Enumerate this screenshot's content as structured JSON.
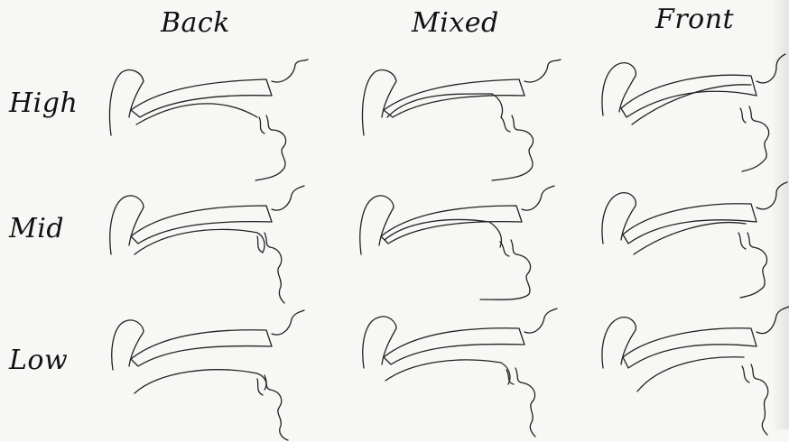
{
  "columns": {
    "back": "Back",
    "mixed": "Mixed",
    "front": "Front"
  },
  "rows": {
    "high": "High",
    "mid": "Mid",
    "low": "Low"
  },
  "diagrams": [
    {
      "row": "High",
      "column": "Back"
    },
    {
      "row": "High",
      "column": "Mixed"
    },
    {
      "row": "High",
      "column": "Front"
    },
    {
      "row": "Mid",
      "column": "Back"
    },
    {
      "row": "Mid",
      "column": "Mixed"
    },
    {
      "row": "Mid",
      "column": "Front"
    },
    {
      "row": "Low",
      "column": "Back"
    },
    {
      "row": "Low",
      "column": "Mixed"
    },
    {
      "row": "Low",
      "column": "Front"
    }
  ],
  "colors": {
    "line": "#222222",
    "paper": "#f7f7f5"
  }
}
